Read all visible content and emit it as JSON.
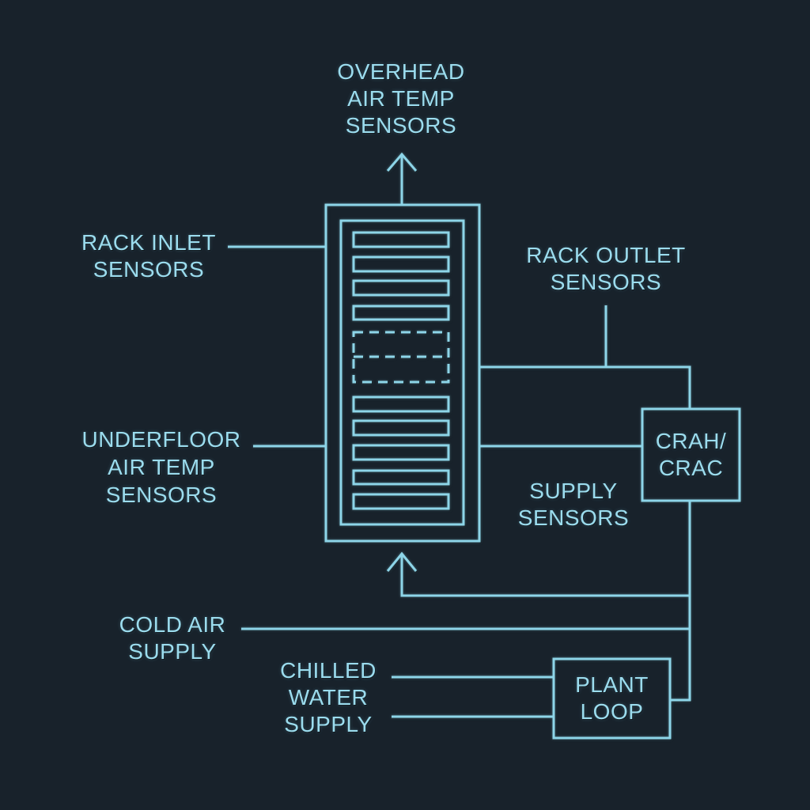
{
  "colors": {
    "background": "#18222b",
    "line": "#8dd5e8",
    "text": "#9bdcee"
  },
  "labels": {
    "overhead": {
      "lines": [
        "OVERHEAD",
        "AIR TEMP",
        "SENSORS"
      ]
    },
    "rack_inlet": {
      "lines": [
        "RACK INLET",
        "SENSORS"
      ]
    },
    "rack_outlet": {
      "lines": [
        "RACK OUTLET",
        "SENSORS"
      ]
    },
    "underfloor": {
      "lines": [
        "UNDERFLOOR",
        "AIR TEMP",
        "SENSORS"
      ]
    },
    "supply": {
      "lines": [
        "SUPPLY",
        "SENSORS"
      ]
    },
    "cold_air": {
      "lines": [
        "COLD AIR",
        "SUPPLY"
      ]
    },
    "chilled_water": {
      "lines": [
        "CHILLED",
        "WATER",
        "SUPPLY"
      ]
    },
    "crah_crac": {
      "lines": [
        "CRAH/",
        "CRAC"
      ]
    },
    "plant_loop": {
      "lines": [
        "PLANT",
        "LOOP"
      ]
    }
  }
}
